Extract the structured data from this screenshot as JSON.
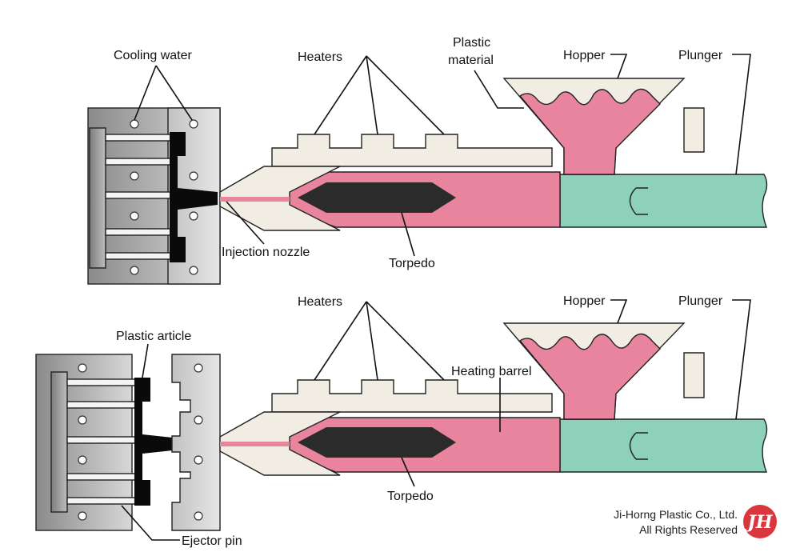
{
  "labels": {
    "cooling_water": "Cooling water",
    "heaters_top": "Heaters",
    "plastic_material_line1": "Plastic",
    "plastic_material_line2": "material",
    "hopper_top": "Hopper",
    "plunger_top": "Plunger",
    "injection_nozzle": "Injection nozzle",
    "torpedo_top": "Torpedo",
    "heaters_bottom": "Heaters",
    "hopper_bottom": "Hopper",
    "plunger_bottom": "Plunger",
    "plastic_article": "Plastic article",
    "heating_barrel": "Heating barrel",
    "torpedo_bottom": "Torpedo",
    "ejector_pin": "Ejector pin"
  },
  "copyright": {
    "company": "Ji-Horng Plastic Co., Ltd.",
    "rights": "All Rights Reserved",
    "logo_text": "JH"
  },
  "colors": {
    "plastic": "#e8849e",
    "plunger": "#8ed1bb",
    "barrel": "#f1ede2",
    "torpedo": "#2b2b2b",
    "mold": "#9a9a9a",
    "logo": "#d9363e"
  }
}
